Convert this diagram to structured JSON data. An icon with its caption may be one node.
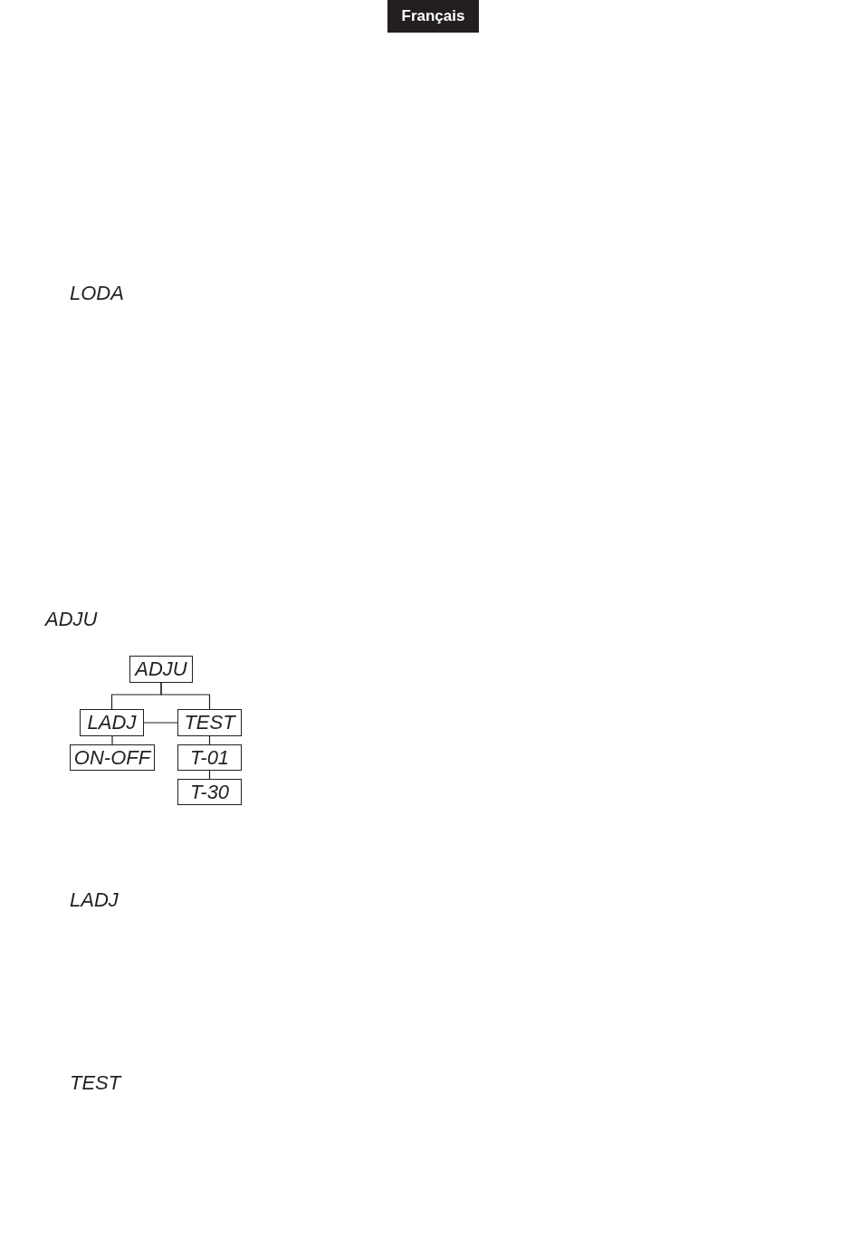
{
  "diagram": {
    "nodes": [
      {
        "text": [
          "ADJU"
        ]
      },
      {
        "text": [
          "LADJ"
        ]
      },
      {
        "text": [
          "TEST"
        ]
      },
      {
        "text": [
          "ON-OFF"
        ]
      },
      {
        "text": [
          "T-01"
        ]
      },
      {
        "text": [
          "T-30"
        ]
      }
    ],
    "edges": [
      {
        "from": 0,
        "to": 1,
        "arrow": "none"
      },
      {
        "from": 0,
        "to": 2,
        "arrow": "none"
      },
      {
        "from": 1,
        "to": 2,
        "arrow": "none"
      },
      {
        "from": 1,
        "to": 3,
        "arrow": "none"
      },
      {
        "from": 2,
        "to": 4,
        "arrow": "none"
      },
      {
        "from": 4,
        "to": 5,
        "arrow": "none"
      }
    ],
    "labels": [
      "Français",
      "LODA",
      "ADJU",
      "LADJ",
      "TEST"
    ]
  }
}
